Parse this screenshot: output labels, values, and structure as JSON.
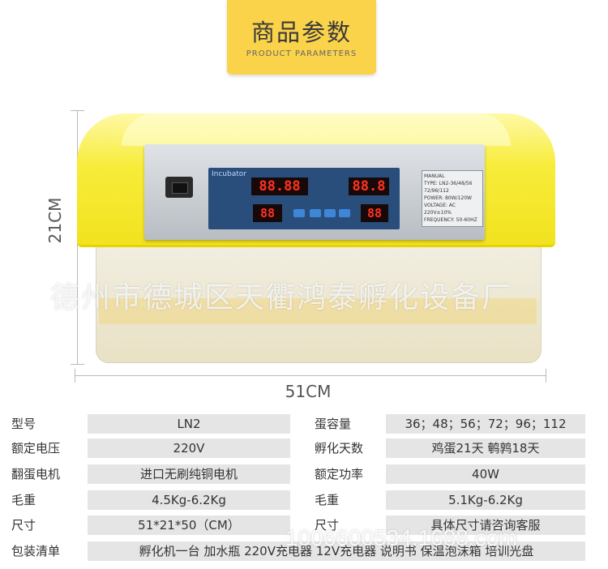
{
  "header": {
    "title": "商品参数",
    "subtitle": "PRODUCT PARAMETERS"
  },
  "product": {
    "height_label": "21CM",
    "width_label": "51CM",
    "watermark": "德州市德城区天衢鸿泰孵化设备厂",
    "panel": {
      "brand": "Incubator",
      "display_1": "88.88",
      "display_2": "88.8",
      "display_3": "88",
      "display_4": "88",
      "spec_label_lines": [
        "MANUAL",
        "TYPE: LN2-36/48/56",
        "72/96/112",
        "POWER: 80W/120W",
        "VOLTAGE: AC 220V±10%",
        "FREQUENCY: 50-60HZ"
      ]
    }
  },
  "specs": {
    "rows": [
      {
        "label_left": "型号",
        "value_left": "LN2",
        "label_right": "蛋容量",
        "value_right": "36；48；56；72；96；112"
      },
      {
        "label_left": "额定电压",
        "value_left": "220V",
        "label_right": "孵化天数",
        "value_right": "鸡蛋21天  鹌鹑18天"
      },
      {
        "label_left": "翻蛋电机",
        "value_left": "进口无刷纯铜电机",
        "label_right": "额定功率",
        "value_right": "40W"
      },
      {
        "label_left": "毛重",
        "value_left": "4.5Kg-6.2Kg",
        "label_right": "毛重",
        "value_right": "5.1Kg-6.2Kg"
      },
      {
        "label_left": "尺寸",
        "value_left": "51*21*50（CM）",
        "label_right": "尺寸",
        "value_right": "具体尺寸请咨询客服"
      }
    ],
    "packing": {
      "label": "包装清单",
      "value": "孵化机一台  加水瓶  220V充电器  12V充电器  说明书  保温泡沫箱  培训光盘"
    }
  },
  "footer_watermark": "1006600534.1688.com"
}
